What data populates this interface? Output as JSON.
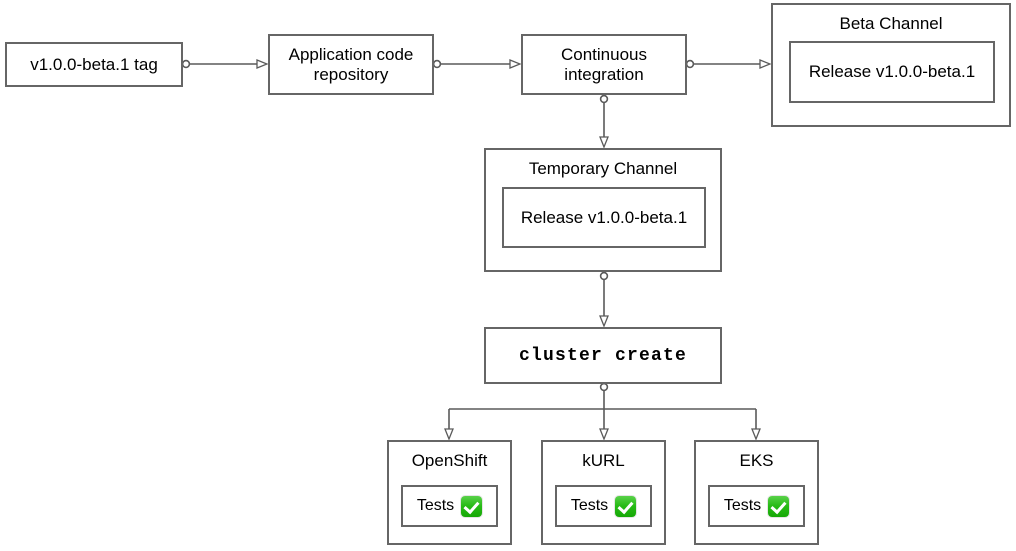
{
  "diagram": {
    "type": "flowchart",
    "title": "Beta release pipeline flowchart",
    "background_color": "#ffffff",
    "stroke_color": "#666666",
    "text_color": "#000000",
    "accent_color": "#27bb16",
    "nodes": [
      {
        "id": "tag",
        "label": "v1.0.0-beta.1 tag"
      },
      {
        "id": "repo",
        "label": "Application code\nrepository"
      },
      {
        "id": "ci",
        "label": "Continuous\nintegration"
      },
      {
        "id": "cluster_create",
        "label": "cluster create"
      }
    ],
    "channels": [
      {
        "id": "beta_channel",
        "title": "Beta Channel",
        "release": "Release v1.0.0-beta.1"
      },
      {
        "id": "temporary_channel",
        "title": "Temporary Channel",
        "release": "Release v1.0.0-beta.1"
      }
    ],
    "targets": [
      {
        "id": "openshift",
        "title": "OpenShift",
        "tests_label": "Tests",
        "status_icon": "check-mark-button-icon"
      },
      {
        "id": "kurl",
        "title": "kURL",
        "tests_label": "Tests",
        "status_icon": "check-mark-button-icon"
      },
      {
        "id": "eks",
        "title": "EKS",
        "tests_label": "Tests",
        "status_icon": "check-mark-button-icon"
      }
    ],
    "edges": [
      {
        "from": "tag",
        "to": "repo"
      },
      {
        "from": "repo",
        "to": "ci"
      },
      {
        "from": "ci",
        "to": "beta_channel"
      },
      {
        "from": "ci",
        "to": "temporary_channel"
      },
      {
        "from": "temporary_channel",
        "to": "cluster_create"
      },
      {
        "from": "cluster_create",
        "to": "openshift"
      },
      {
        "from": "cluster_create",
        "to": "kurl"
      },
      {
        "from": "cluster_create",
        "to": "eks"
      }
    ]
  }
}
